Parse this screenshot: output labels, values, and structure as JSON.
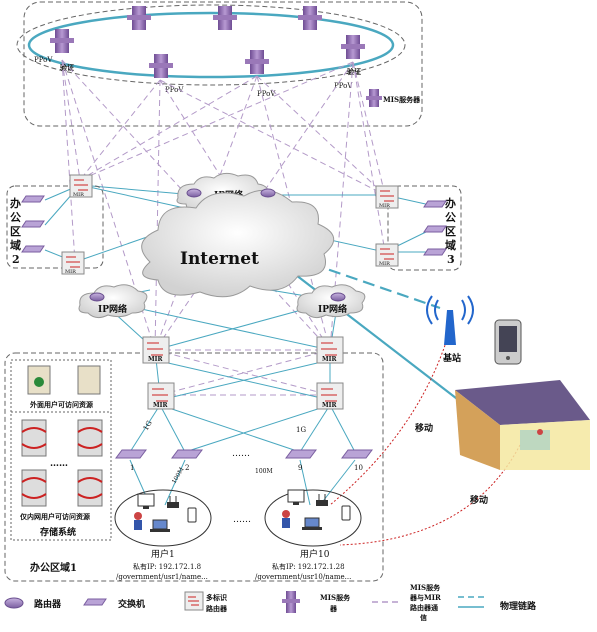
{
  "top_region": {
    "pppoe_left": "PPoV",
    "verify_left": "验证",
    "verify_right": "验证",
    "pppoe_center1": "PPoV",
    "pppoe_center2": "PPoV",
    "pppoe_right": "PPoV",
    "mis_server": "MIS服务器"
  },
  "office2": {
    "title": "办公区域2",
    "router": "MIR"
  },
  "office3": {
    "title": "办公区域3",
    "router": "MIR"
  },
  "ip_network_top": "IP网络",
  "ip_network_left": "IP网络",
  "ip_network_right": "IP网络",
  "internet": "Internet",
  "mir": "MIR",
  "base_station": "基站",
  "mobile1": "移动",
  "mobile2": "移动",
  "link_labels": {
    "left": "1G",
    "right": "1G",
    "hundred1": "100M",
    "hundred2": "100M"
  },
  "switch_numbers": [
    "1",
    "2",
    "9",
    "10"
  ],
  "dots": "……",
  "storage": {
    "external": "外面用户可访问资源",
    "internal": "仅内网用户可访问资源",
    "title": "存储系统",
    "dots": "……"
  },
  "office1": {
    "title": "办公区域1"
  },
  "user1": {
    "name": "用户1",
    "ip": "私有IP: 192.172.1.8",
    "path": "/government/usr1/name..."
  },
  "user10": {
    "name": "用户10",
    "ip": "私有IP: 192.172.1.28",
    "path": "/government/usr10/name..."
  },
  "legend": {
    "router": "路由器",
    "switch": "交换机",
    "mir_l1": "多标识",
    "mir_l2": "路由器",
    "mis_l1": "MIS服务",
    "mis_l2": "器",
    "comm_l1": "MIS服务",
    "comm_l2": "器与MIR",
    "comm_l3": "路由器通",
    "comm_l4": "信",
    "physical": "物理链路"
  },
  "colors": {
    "link": "#4aa8c0",
    "dashed": "#b39ac8",
    "red": "#cc2222",
    "server": "#9a78b8"
  }
}
